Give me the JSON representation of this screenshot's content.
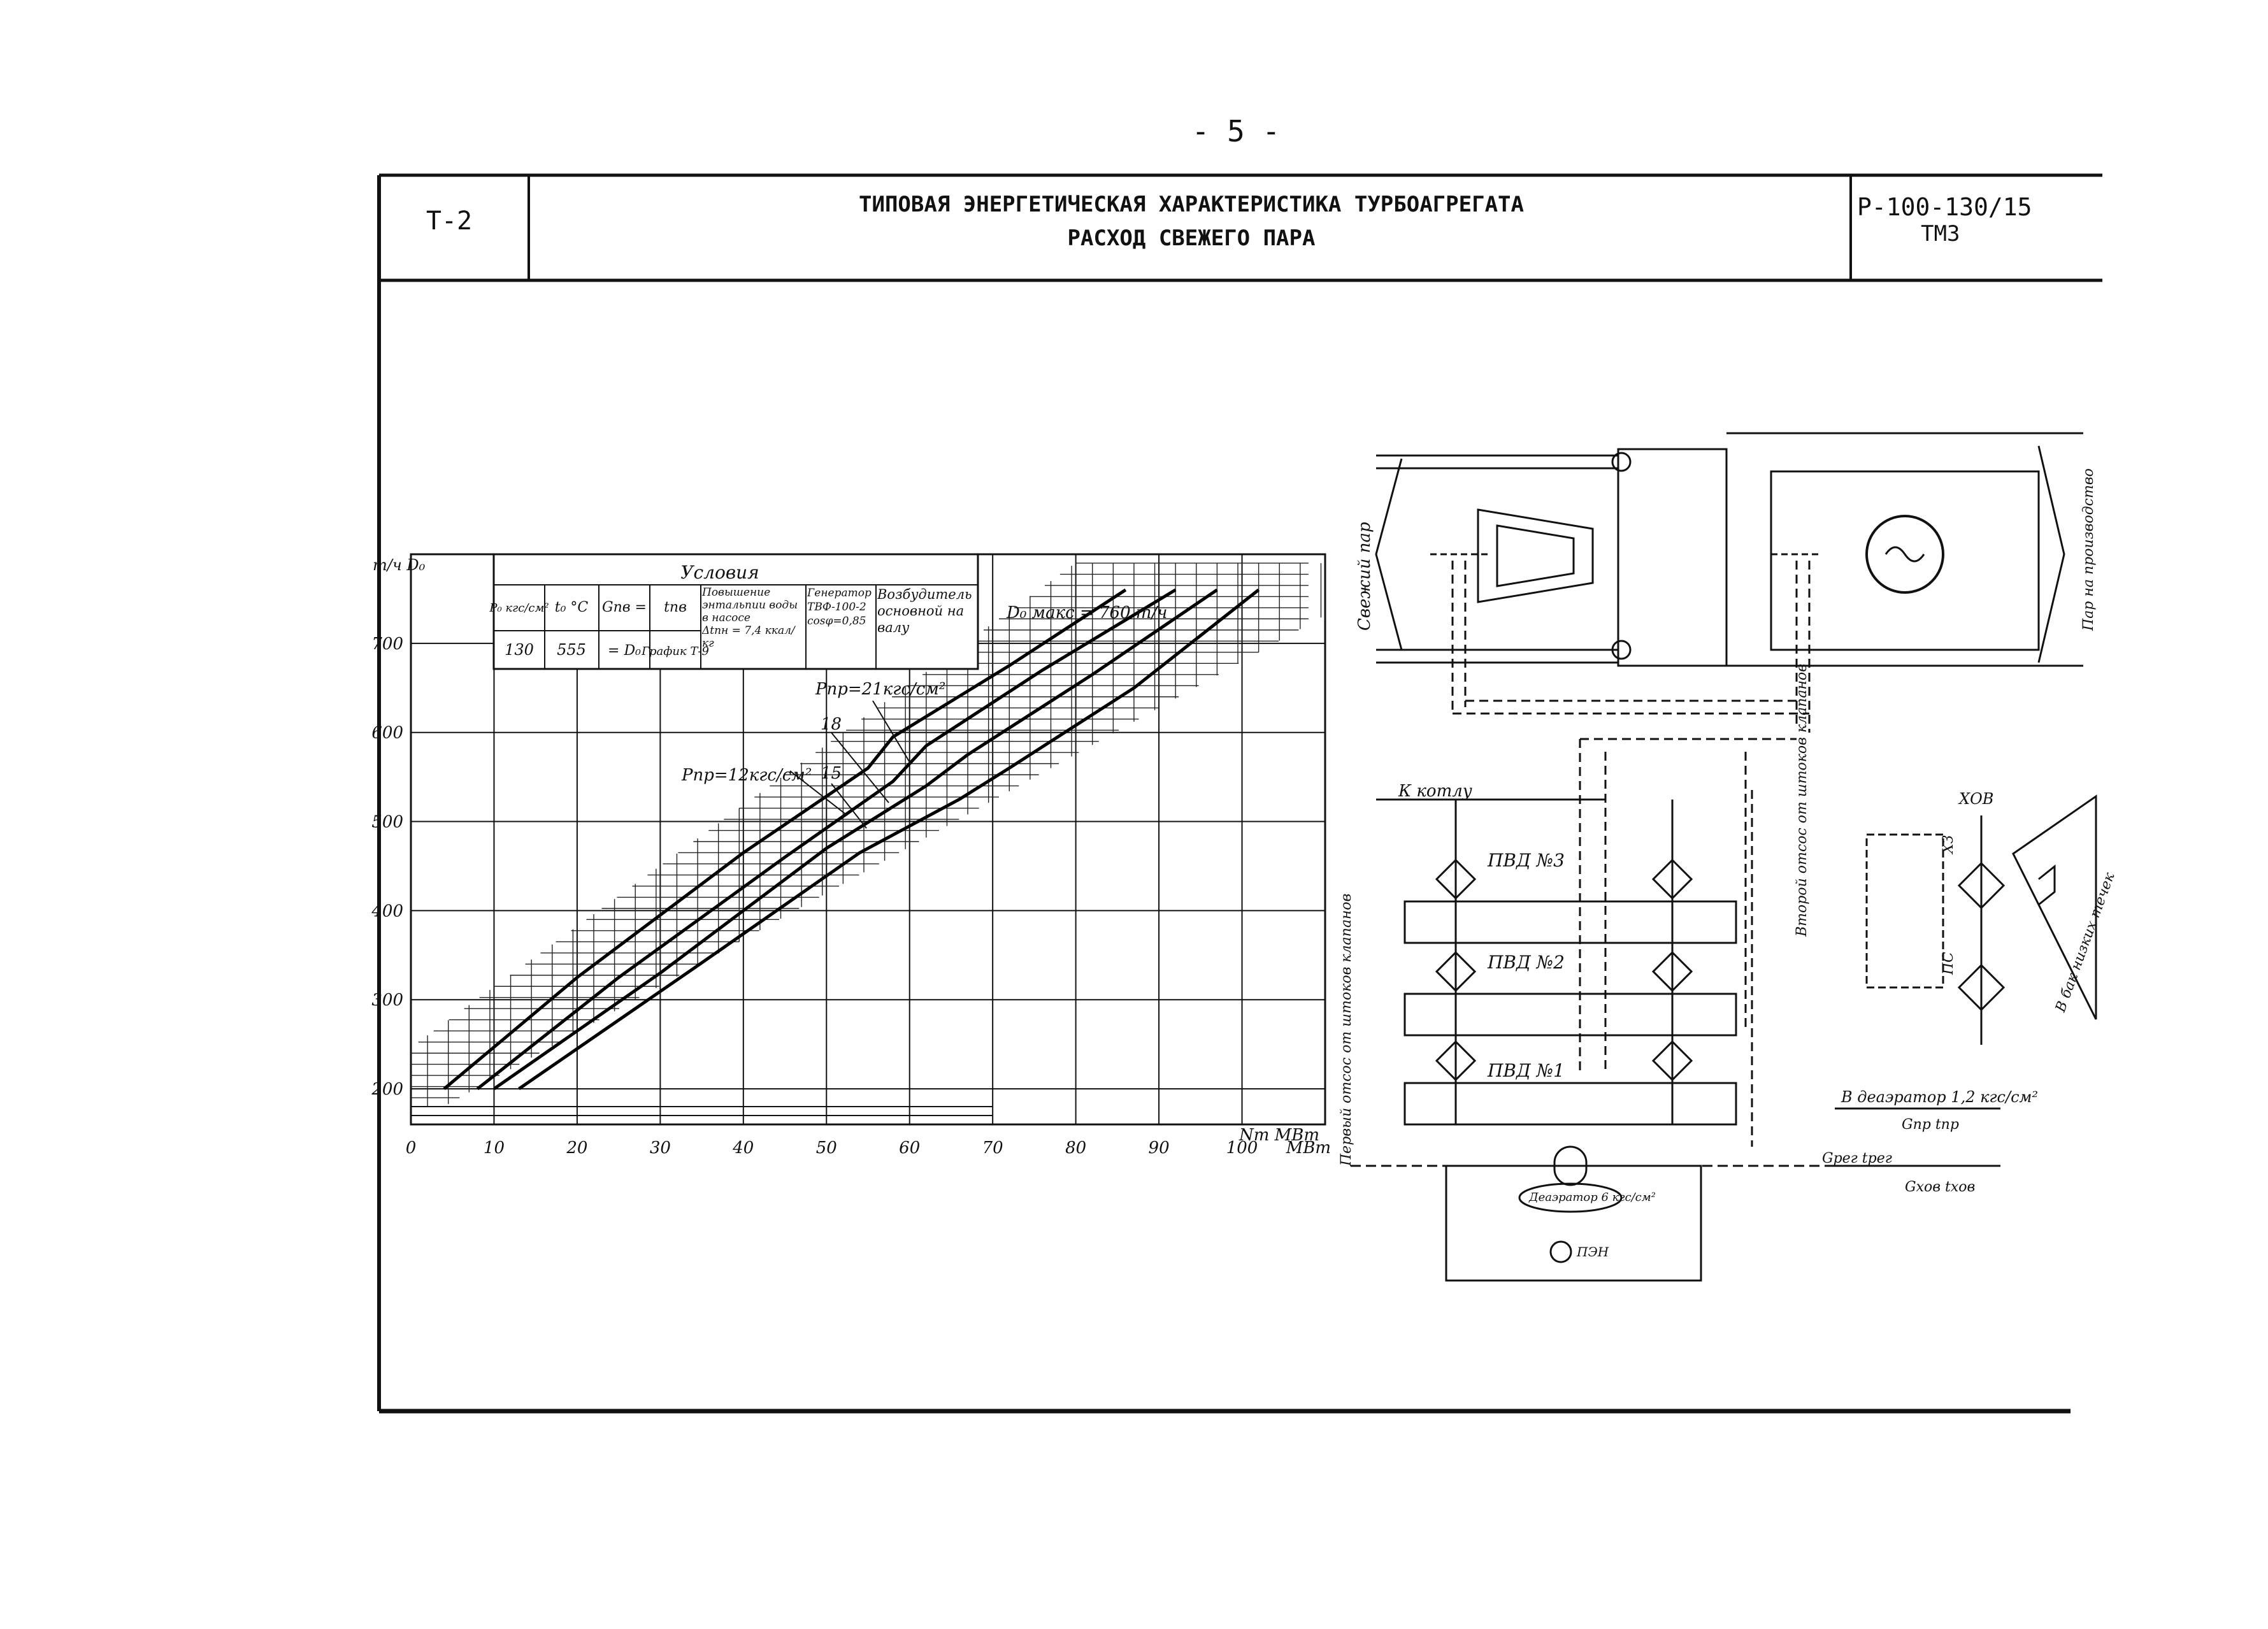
{
  "page_number": "- 5 -",
  "header": {
    "code": "Т-2",
    "title_line1": "ТИПОВАЯ ЭНЕРГЕТИЧЕСКАЯ ХАРАКТЕРИСТИКА ТУРБОАГРЕГАТА",
    "title_line2": "РАСХОД СВЕЖЕГО ПАРА",
    "model_line1": "Р-100-130/15",
    "model_line2": "ТМЗ"
  },
  "conditions": {
    "title": "Условия",
    "col_p0": "P₀ кгс/см²",
    "col_t0": "t₀ °C",
    "col_gpv": "Gпв =",
    "col_tpv": "tпв",
    "col_enthalpy": "Повышение энтальпии воды в насосе",
    "col_enthalpy_value": "Δtпн = 7,4 ккал/кг",
    "col_generator": "Генератор ТВФ-100-2 cosφ=0,85",
    "col_exciter": "Возбудитель основной на валу",
    "val_p0": "130",
    "val_t0": "555",
    "val_gpv": "= D₀",
    "val_tpv": "График Т-9",
    "dmax_label": "D₀ макс = 760 т/ч"
  },
  "chart_data": {
    "type": "line",
    "title": "",
    "xlabel": "Nт   МВт",
    "ylabel": "т/ч  D₀",
    "xlim": [
      0,
      110
    ],
    "ylim": [
      160,
      800
    ],
    "x_ticks": [
      0,
      10,
      20,
      30,
      40,
      50,
      60,
      70,
      80,
      90,
      100
    ],
    "y_ticks": [
      200,
      300,
      400,
      500,
      600,
      700
    ],
    "x_tick_labels": [
      "0",
      "10",
      "20",
      "30",
      "40",
      "50",
      "60",
      "70",
      "80",
      "90",
      "100",
      "МВт"
    ],
    "y_tick_labels": [
      "200",
      "300",
      "400",
      "500",
      "600",
      "700"
    ],
    "grid": true,
    "series": [
      {
        "name": "Pпр=12 кгс/см²",
        "x": [
          4,
          20,
          40,
          55,
          58,
          72,
          86
        ],
        "y": [
          200,
          325,
          465,
          560,
          595,
          675,
          760
        ]
      },
      {
        "name": "15",
        "x": [
          8,
          25,
          45,
          58,
          62,
          76,
          92
        ],
        "y": [
          200,
          325,
          460,
          545,
          585,
          670,
          760
        ]
      },
      {
        "name": "18",
        "x": [
          10,
          30,
          50,
          62,
          67,
          82,
          97
        ],
        "y": [
          200,
          330,
          470,
          540,
          575,
          665,
          760
        ]
      },
      {
        "name": "Pпр=21 кгс/см²",
        "x": [
          13,
          34,
          54,
          66,
          72,
          87,
          102
        ],
        "y": [
          200,
          335,
          465,
          525,
          560,
          650,
          760
        ]
      }
    ],
    "annotations": [
      "Pпр=12кгс/см²",
      "15",
      "18",
      "Pпр=21кгс/см²"
    ]
  },
  "schematic": {
    "fresh_steam": "Свежий пар",
    "steam_to_production": "Пар на производство",
    "to_boiler": "К котлу",
    "pvd3": "ПВД №3",
    "pvd2": "ПВД №2",
    "pvd1": "ПВД №1",
    "first_suction": "Первый отсос от штоков клапанов",
    "second_suction": "Второй отсос от штоков клапанов",
    "deaerator": "Деаэратор 6 кгс/см²",
    "pump": "ПЭН",
    "hov": "ХОВ",
    "xz": "ХЗ",
    "ps": "ПС",
    "low_leak_tank": "В бак низких течек",
    "to_deaerator": "В деаэратор 1,2 кгс/см²",
    "gpr": "Gпр  tпр",
    "greg": "Gрег  tрег",
    "ghov": "Gхов  tхов"
  }
}
